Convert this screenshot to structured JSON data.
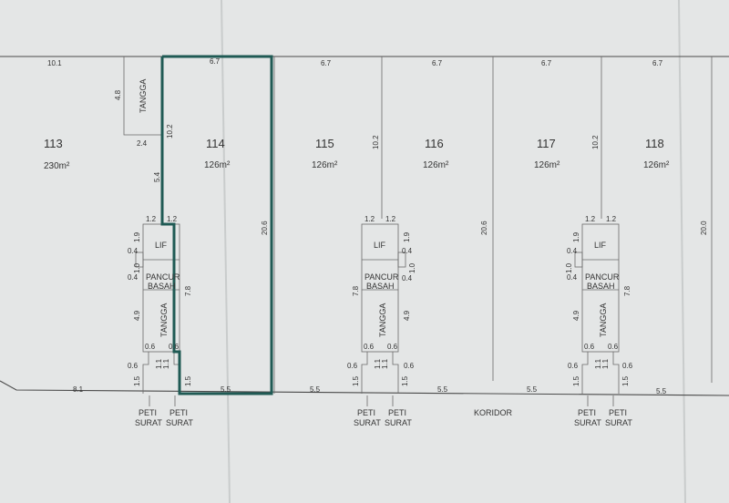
{
  "units": [
    {
      "number": "113",
      "area": "230m²"
    },
    {
      "number": "114",
      "area": "126m²"
    },
    {
      "number": "115",
      "area": "126m²"
    },
    {
      "number": "116",
      "area": "126m²"
    },
    {
      "number": "117",
      "area": "126m²"
    },
    {
      "number": "118",
      "area": "126m²"
    }
  ],
  "top_widths": [
    "10.1",
    "6.7",
    "6.7",
    "6.7",
    "6.7",
    "6.7"
  ],
  "bottom_widths": [
    "8.1",
    "5.5",
    "5.5",
    "5.5",
    "5.5",
    "5.5"
  ],
  "depths": {
    "main": "20.6",
    "right_edge": "20.0",
    "party_wall": "10.2",
    "partial": "5.4"
  },
  "stair_corner": {
    "label": "TANGGA",
    "height": "4.8",
    "width": "2.4"
  },
  "core": {
    "lift": "LIF",
    "wet_area": [
      "PANCUR",
      "BASAH"
    ],
    "stair": "TANGGA",
    "dims": {
      "w12": "1.2",
      "d19": "1.9",
      "d04": "0.4",
      "d10": "1.0",
      "d78": "7.8",
      "d49": "4.9",
      "d06": "0.6",
      "d11": "1.1",
      "d15": "1.5"
    }
  },
  "mailbox": [
    "PETI",
    "SURAT"
  ],
  "corridor": "KORIDOR"
}
